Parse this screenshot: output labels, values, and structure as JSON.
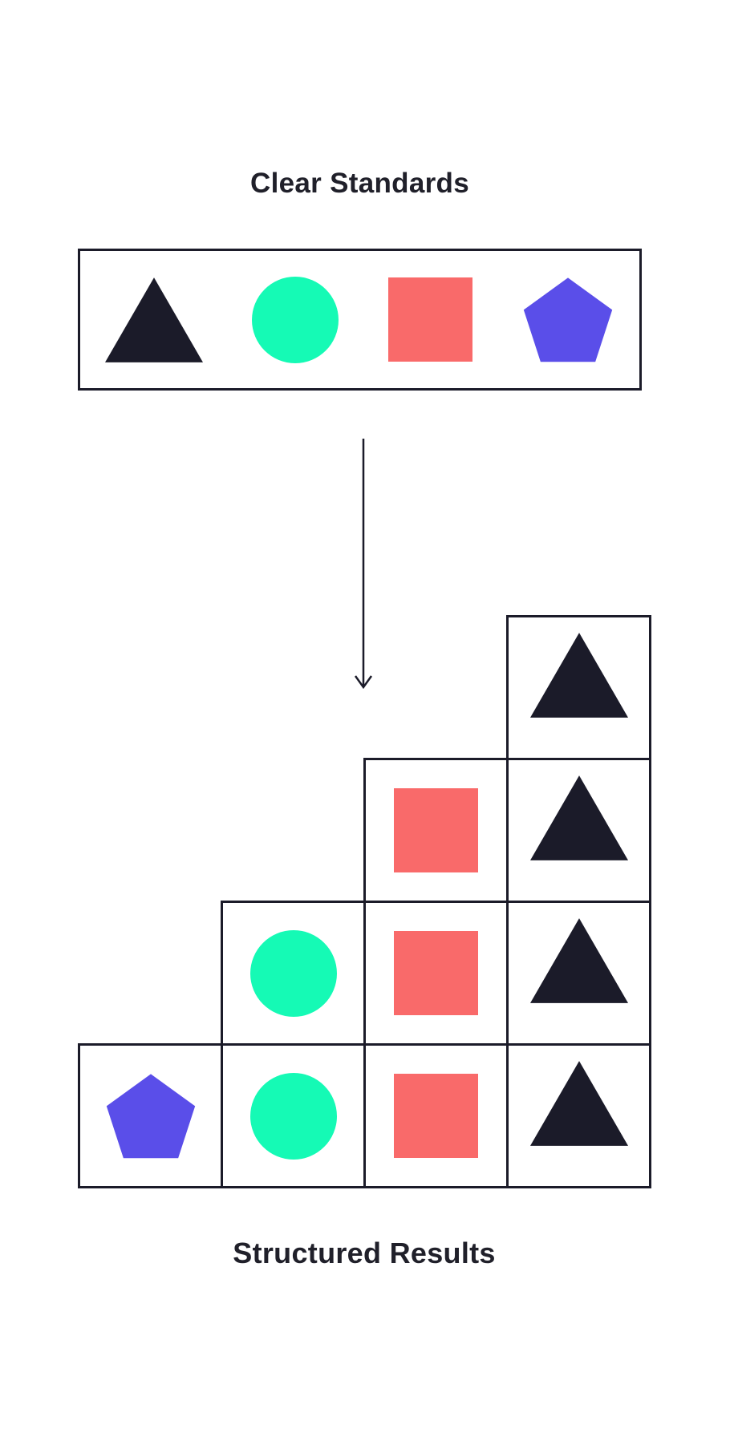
{
  "header": {
    "title": "Clear Standards"
  },
  "footer": {
    "caption": "Structured Results"
  },
  "colors": {
    "ink": "#1b1b29",
    "mint": "#15fab5",
    "coral": "#f96a6a",
    "violet": "#5a4ee9",
    "background": "#ffffff"
  },
  "shape_colors": {
    "triangle": "ink",
    "circle": "mint",
    "square": "coral",
    "pentagon": "violet"
  },
  "standards_box": {
    "shapes": [
      "triangle",
      "circle",
      "square",
      "pentagon"
    ]
  },
  "arrow": {
    "icon": "down-arrow",
    "direction": "down"
  },
  "grid": {
    "columns": 4,
    "rows": 4,
    "cells": [
      {
        "row": 0,
        "col": 3,
        "shape": "triangle"
      },
      {
        "row": 1,
        "col": 2,
        "shape": "square"
      },
      {
        "row": 1,
        "col": 3,
        "shape": "triangle"
      },
      {
        "row": 2,
        "col": 1,
        "shape": "circle"
      },
      {
        "row": 2,
        "col": 2,
        "shape": "square"
      },
      {
        "row": 2,
        "col": 3,
        "shape": "triangle"
      },
      {
        "row": 3,
        "col": 0,
        "shape": "pentagon"
      },
      {
        "row": 3,
        "col": 1,
        "shape": "circle"
      },
      {
        "row": 3,
        "col": 2,
        "shape": "square"
      },
      {
        "row": 3,
        "col": 3,
        "shape": "triangle"
      }
    ]
  }
}
